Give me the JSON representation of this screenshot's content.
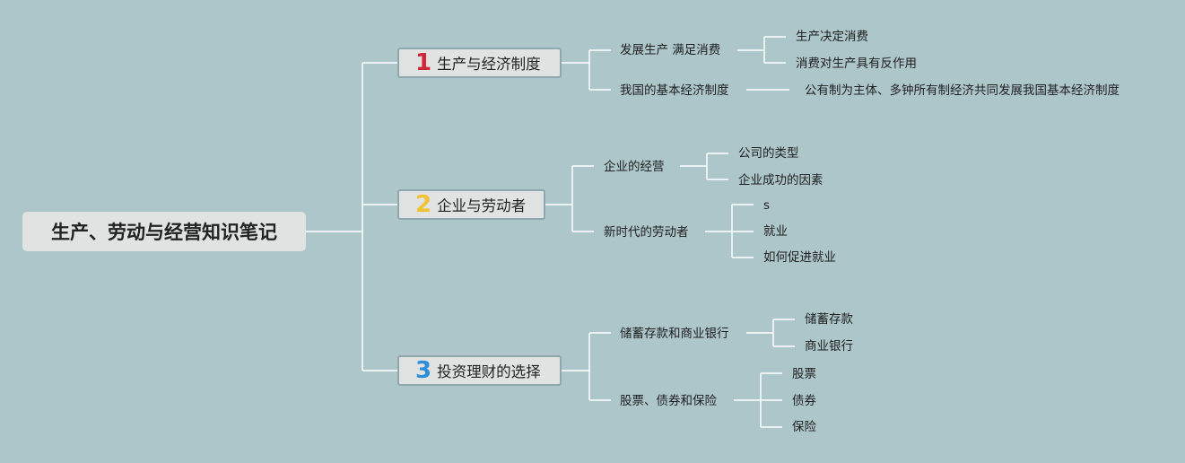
{
  "title": "生产、劳动与经营知识笔记",
  "branches": [
    {
      "number": "1",
      "number_color": "#d0283a",
      "label": "生产与经济制度",
      "sub": [
        {
          "label": "发展生产 满足消费",
          "children": [
            "生产决定消费",
            "消费对生产具有反作用"
          ]
        },
        {
          "label": "我国的基本经济制度",
          "children": [
            "公有制为主体、多钟所有制经济共同发展我国基本经济制度"
          ]
        }
      ]
    },
    {
      "number": "2",
      "number_color": "#f1c232",
      "label": "企业与劳动者",
      "sub": [
        {
          "label": "企业的经营",
          "children": [
            "公司的类型",
            "企业成功的因素"
          ]
        },
        {
          "label": "新时代的劳动者",
          "children": [
            "s",
            "就业",
            "如何促进就业"
          ]
        }
      ]
    },
    {
      "number": "3",
      "number_color": "#2e8fd8",
      "label": "投资理财的选择",
      "sub": [
        {
          "label": "储蓄存款和商业银行",
          "children": [
            "储蓄存款",
            "商业银行"
          ]
        },
        {
          "label": "股票、债券和保险",
          "children": [
            "股票",
            "债券",
            "保险"
          ]
        }
      ]
    }
  ],
  "colors": {
    "background": "#adc6ca",
    "node_fill": "#e1e3e3",
    "line": "#ffffff"
  }
}
